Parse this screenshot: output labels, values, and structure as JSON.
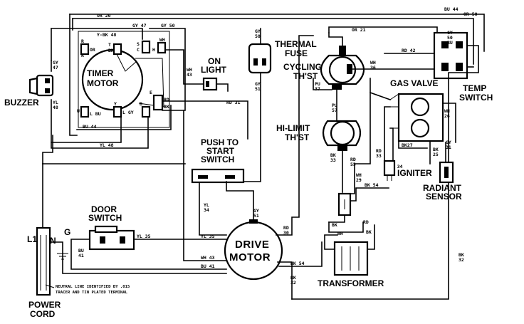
{
  "components": {
    "timer_motor": "TIMER\nMOTOR",
    "buzzer": "BUZZER",
    "on_light": "ON\nLIGHT",
    "thermal_fuse": "THERMAL\nFUSE",
    "cycling_thermostat": "CYCLING\nTH'ST",
    "hi_limit_thermostat": "HI-LIMIT\nTH'ST",
    "gas_valve": "GAS VALVE",
    "temp_switch": "TEMP\nSWITCH",
    "push_to_start_switch": "PUSH TO\nSTART\nSWITCH",
    "door_switch": "DOOR\nSWITCH",
    "drive_motor": "DRIVE\nMOTOR",
    "igniter": "IGNITER",
    "radiant_sensor": "RADIANT\nSENSOR",
    "transformer": "TRANSFORMER",
    "power_cord": "POWER\nCORD"
  },
  "terminals": {
    "L1": "L1",
    "N": "N",
    "G": "G"
  },
  "note": "NEUTRAL LINE IDENTIFIED BY .015\nTRACER AND TIN PLATED TERMINAL",
  "wire_codes": {
    "or20": "OR 20",
    "bu44_top": "BU 44",
    "or50_top": "OR 50",
    "gy47_top": "GY 47",
    "gy50_top": "GY 50",
    "ybk48": "Y-BK 48",
    "gy47_buzzer": "GY\n47",
    "yl48_buzzer": "YL\n48",
    "wh43": "WH\n43",
    "rd31": "RD 31",
    "bu44_timer": "BU 44",
    "yl48": "YL 48",
    "gy50_fuse": "GY\n50",
    "gy51_fuse": "GY\n51",
    "or21": "OR 21",
    "rd42": "RD 42",
    "wh36": "WH\n36",
    "pu37": "PU\n37",
    "pu57": "PU\n57",
    "bk33": "BK\n33",
    "rd55": "RD\n55",
    "wh29": "WH\n29",
    "bk54": "BK 54",
    "rd33": "RD\n33",
    "wh34": "WH 34",
    "bk27": "BK27",
    "bk25": "BK\n25",
    "wh26": "WH\n26",
    "gy31": "GY\n31",
    "gy50_bu": "GY\n50\nBU",
    "bk54_motor": "BK 54",
    "bk32": "BK\n32",
    "bk32_right": "BK\n32",
    "yl34": "YL\n34",
    "gy51_motor": "GY\n51",
    "rd30": "RD\n30",
    "yl35_door": "YL 35",
    "yl35_motor": "YL 35",
    "bu41_door": "BU\n41",
    "wh43_motor": "WH 43",
    "bu41_motor": "BU 41",
    "bk_xfmr": "BK",
    "wh_xfmr": "WH",
    "rd_xfmr": "RD",
    "bk_xfmr2": "BK"
  },
  "timer_terminals": {
    "t_or": "OR",
    "t_t": "T",
    "t_bk": "BK",
    "t_s": "S",
    "t_c": "C",
    "t_wh": "WH",
    "t_h": "H",
    "t_r": "R",
    "t_r2": "R",
    "t_u": "U",
    "t_lbu": "L BU",
    "t_y": "Y",
    "t_lgy": "L GY",
    "t_b": "B",
    "t_e": "E",
    "t_rd": "RD",
    "t_bk2": "BK"
  }
}
